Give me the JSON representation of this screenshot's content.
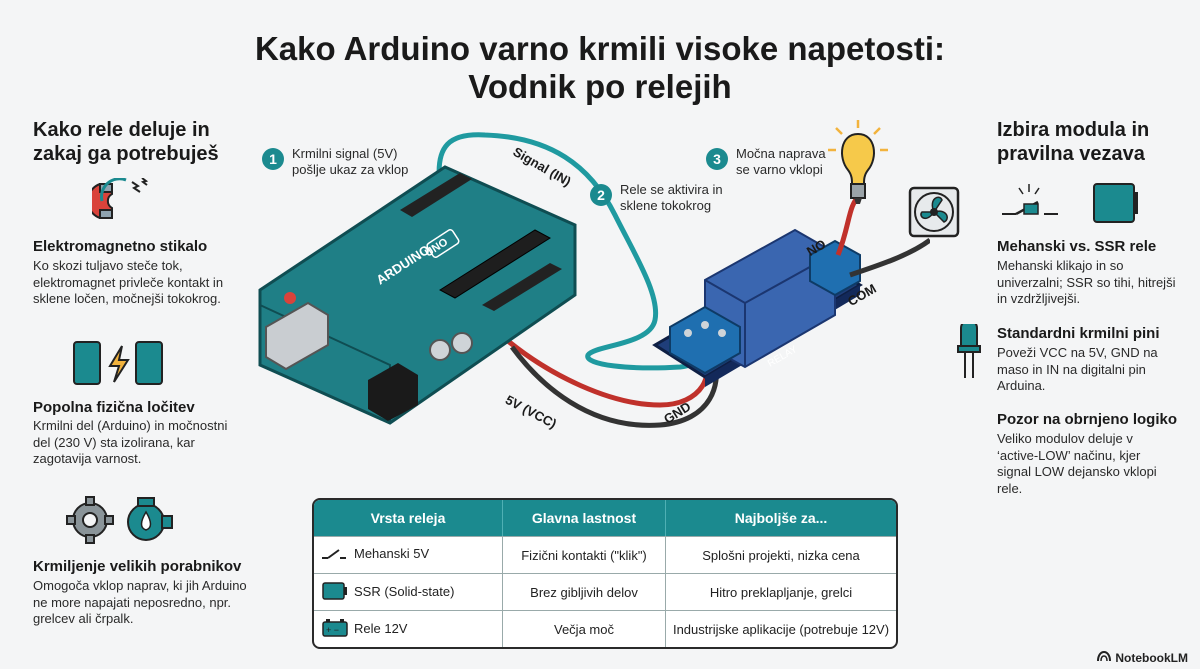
{
  "title": {
    "line1": "Kako Arduino varno krmili visoke napetosti:",
    "line2": "Vodnik po relejih"
  },
  "left": {
    "heading": "Kako rele deluje in zakaj ga potrebuješ",
    "sections": [
      {
        "icon": "magnet-icon",
        "title": "Elektromagnetno stikalo",
        "text": "Ko skozi tuljavo steče tok, elektromagnet privleče kontakt in sklene ločen, močnejši tokokrog."
      },
      {
        "icon": "isolation-icon",
        "title": "Popolna fizična ločitev",
        "text": "Krmilni del (Arduino) in močnostni del (230 V) sta izolirana, kar zagotavija varnost."
      },
      {
        "icon": "gear-pump-icon",
        "title": "Krmiljenje velikih porabnikov",
        "text": "Omogoča vklop naprav, ki jih Arduino ne more napajati neposredno, npr. grelcev ali črpalk."
      }
    ]
  },
  "right": {
    "heading": "Izbira modula in pravilna vezava",
    "sections": [
      {
        "icon": "switch-ssr-icon",
        "title": "Mehanski vs. SSR rele",
        "text": "Mehanski klikajo in so univerzalni; SSR so tihi, hitrejši in vzdržljivejši."
      },
      {
        "icon": "pin-icon",
        "title": "Standardni krmilni pini",
        "text": "Poveži VCC na 5V, GND na maso in IN na digitalni pin Arduina."
      },
      {
        "icon": "",
        "title": "Pozor na obrnjeno logiko",
        "text": "Veliko modulov deluje v ‘active-LOW’ načinu, kjer signal LOW dejansko vklopi rele."
      }
    ]
  },
  "steps": [
    {
      "num": "1",
      "text": "Krmilni signal (5V) pošlje ukaz za vklop"
    },
    {
      "num": "2",
      "text": "Rele se aktivira in sklene tokokrog"
    },
    {
      "num": "3",
      "text": "Močna naprava se varno vklopi"
    }
  ],
  "diagram": {
    "signal_label": "Signal (IN)",
    "vcc_label": "5V (VCC)",
    "gnd_label": "GND",
    "no_label": "NO",
    "com_label": "COM",
    "board_label": "ARDUINO",
    "board_model": "UNO",
    "relay_label": "RELAY",
    "colors": {
      "board": "#1f7f86",
      "relay_body": "#3a66b0",
      "signal_wire": "#1f9aa0",
      "vcc_wire": "#c0312b",
      "gnd_wire": "#333333"
    }
  },
  "table": {
    "headers": [
      "Vrsta releja",
      "Glavna lastnost",
      "Najboljše za..."
    ],
    "rows": [
      {
        "icon": "switch-icon",
        "type": "Mehanski 5V",
        "feature": "Fizični kontakti (\"klik\")",
        "best": "Splošni projekti, nizka cena"
      },
      {
        "icon": "ssr-icon",
        "type": "SSR (Solid-state)",
        "feature": "Brez gibljivih delov",
        "best": "Hitro preklapljanje, grelci"
      },
      {
        "icon": "battery-icon",
        "type": "Rele 12V",
        "feature": "Večja moč",
        "best": "Industrijske aplikacije (potrebuje 12V)"
      }
    ]
  },
  "brand": "NotebookLM"
}
